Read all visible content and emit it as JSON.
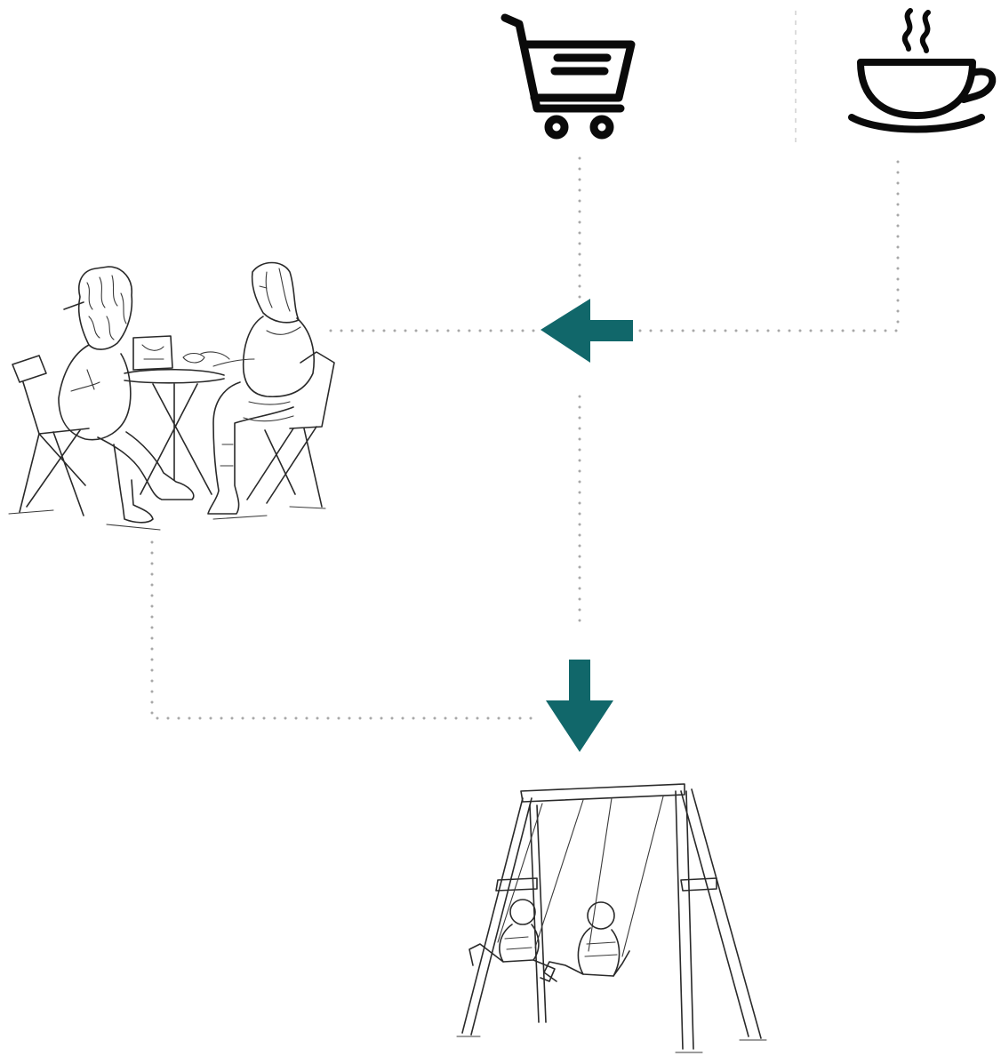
{
  "diagram": {
    "background": "#ffffff",
    "accent_color": "#11676a",
    "connector_color": "#a8a8a8",
    "icon_color": "#0a0a0a",
    "sketch_color": "#2a2a2a",
    "icons": {
      "shopping": "shopping-cart-icon",
      "coffee": "coffee-cup-icon"
    },
    "illustrations": {
      "cafe": "two-women-at-cafe-table",
      "playground": "children-on-swing-set"
    },
    "arrows": [
      "arrow-left",
      "arrow-down"
    ]
  }
}
